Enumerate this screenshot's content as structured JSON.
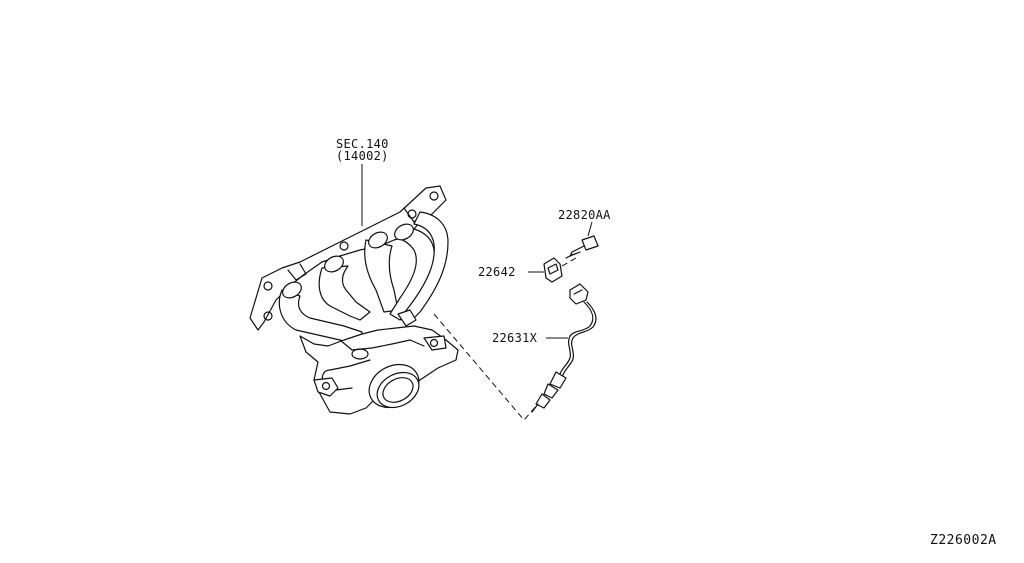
{
  "diagram": {
    "section_ref": "SEC.140",
    "section_part": "(14002)",
    "part_bolt": "22820AA",
    "part_bracket": "22642",
    "part_sensor": "22631X",
    "diagram_id": "Z226002A"
  }
}
